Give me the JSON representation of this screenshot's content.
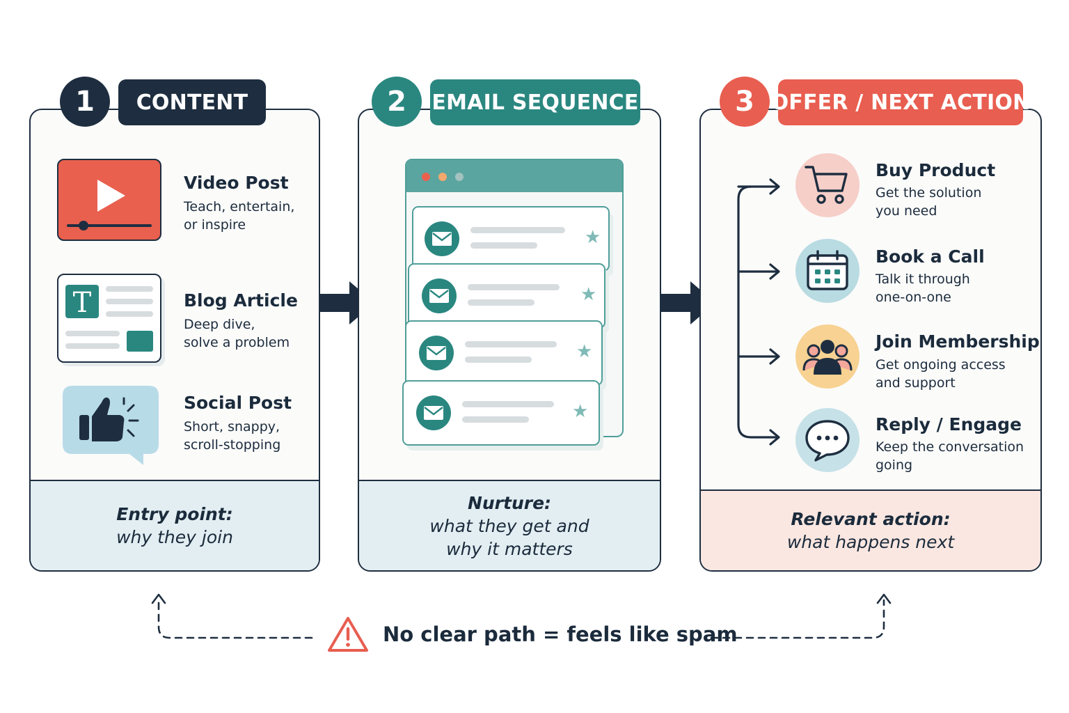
{
  "steps": [
    {
      "number": "1",
      "title": "CONTENT",
      "color": "#1e2e40",
      "items": [
        {
          "title": "Video Post",
          "line1": "Teach, entertain,",
          "line2": "or inspire",
          "icon": "video-play-icon"
        },
        {
          "title": "Blog Article",
          "line1": "Deep dive,",
          "line2": "solve a problem",
          "icon": "blog-article-icon"
        },
        {
          "title": "Social Post",
          "line1": "Short, snappy,",
          "line2": "scroll-stopping",
          "icon": "thumbs-up-icon"
        }
      ],
      "footer": {
        "label": "Entry point:",
        "text": "why they join",
        "bg": "#e2eef2"
      }
    },
    {
      "number": "2",
      "title": "EMAIL SEQUENCE",
      "color": "#2a8780",
      "footer": {
        "label": "Nurture:",
        "line1": "what they get and",
        "line2": "why it matters",
        "bg": "#e2eef2"
      }
    },
    {
      "number": "3",
      "title": "OFFER / NEXT ACTION",
      "color": "#e85e50",
      "options": [
        {
          "title": "Buy Product",
          "line1": "Get the solution",
          "line2": "you need",
          "icon": "shopping-cart-icon",
          "bg": "#f6cfc8"
        },
        {
          "title": "Book a Call",
          "line1": "Talk it through",
          "line2": "one-on-one",
          "icon": "calendar-icon",
          "bg": "#b9dbe2"
        },
        {
          "title": "Join Membership",
          "line1": "Get ongoing access",
          "line2": "and support",
          "icon": "group-icon",
          "bg": "#f7d292"
        },
        {
          "title": "Reply / Engage",
          "line1": "Keep the conversation",
          "line2": "going",
          "icon": "chat-bubble-icon",
          "bg": "#c6e1e8"
        }
      ],
      "footer": {
        "label": "Relevant action:",
        "text": "what happens next",
        "bg": "#fbe7e1"
      }
    }
  ],
  "warning": {
    "text": "No clear path = feels like spam",
    "icon": "warning-triangle-icon",
    "color": "#e85e50"
  }
}
